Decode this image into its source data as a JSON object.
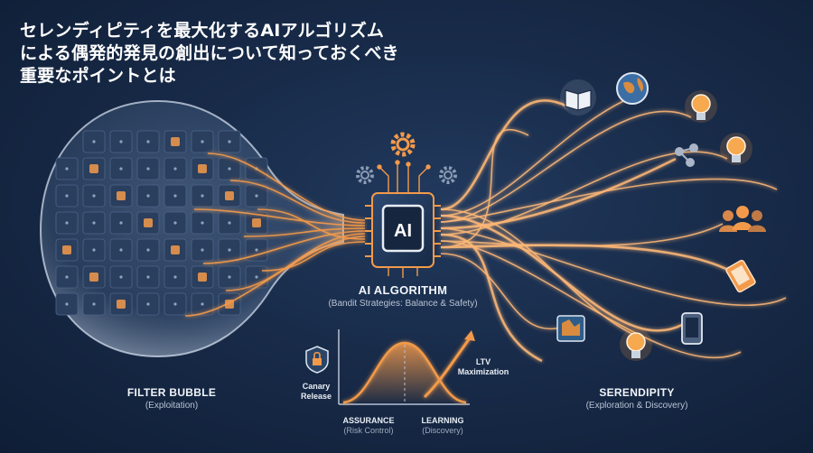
{
  "title": "セレンディピティを最大化するAIアルゴリズムによる偶発的発見の創出について知っておくべき重要なポイントとは",
  "filter_bubble": {
    "label": "FILTER BUBBLE",
    "sub": "(Exploitation)"
  },
  "ai_chip": {
    "text": "AI"
  },
  "algorithm": {
    "label": "AI ALGORITHM",
    "sub": "(Bandit Strategies: Balance & Safety)"
  },
  "serendipity": {
    "label": "SERENDIPITY",
    "sub": "(Exploration & Discovery)"
  },
  "canary": {
    "label_line1": "Canary",
    "label_line2": "Release"
  },
  "ltv": {
    "label_line1": "LTV",
    "label_line2": "Maximization"
  },
  "assurance": {
    "label": "ASSURANCE",
    "sub": "(Risk Control)"
  },
  "learning": {
    "label": "LEARNING",
    "sub": "(Discovery)"
  },
  "colors": {
    "accent": "#f39a4a",
    "glow": "#ffb877",
    "bg": "#182b49",
    "tile": "#2a3e5e"
  },
  "left_icons": [
    "cart-icon",
    "bag-icon",
    "tag-icon",
    "bar-chart-icon",
    "gift-icon",
    "box-icon",
    "tools-icon",
    "clock-icon",
    "location-pin-icon"
  ],
  "right_icons": [
    "book-icon",
    "globe-icon",
    "lightbulb-icon",
    "molecule-icon",
    "lightbulb-icon",
    "people-icon",
    "map-icon",
    "camera-icon",
    "phone-icon",
    "lightbulb-icon"
  ]
}
